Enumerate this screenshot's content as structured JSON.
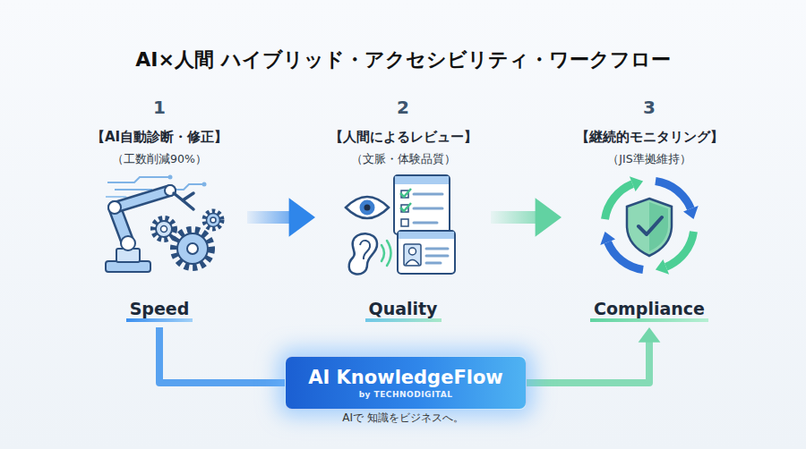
{
  "diagram": {
    "title": "AI×人間 ハイブリッド・アクセシビリティ・ワークフロー",
    "caption": "AIで 知識をビジネスへ。",
    "nodes": [
      {
        "text": [
          "1",
          "【AI自動診断・修正】",
          "（工数削減90%）",
          "Speed"
        ]
      },
      {
        "text": [
          "2",
          "【人間によるレビュー】",
          "（文脈・体験品質）",
          "Quality"
        ]
      },
      {
        "text": [
          "3",
          "【継続的モニタリング】",
          "（JIS準拠維持）",
          "Compliance"
        ]
      },
      {
        "text": [
          "AI KnowledgeFlow",
          "by TECHNODIGITAL"
        ]
      }
    ],
    "edges": [
      {
        "from": 0,
        "to": 1,
        "arrow": "to"
      },
      {
        "from": 1,
        "to": 2,
        "arrow": "to"
      },
      {
        "from": 0,
        "to": 3,
        "arrow": "none"
      },
      {
        "from": 3,
        "to": 2,
        "arrow": "to"
      }
    ]
  }
}
